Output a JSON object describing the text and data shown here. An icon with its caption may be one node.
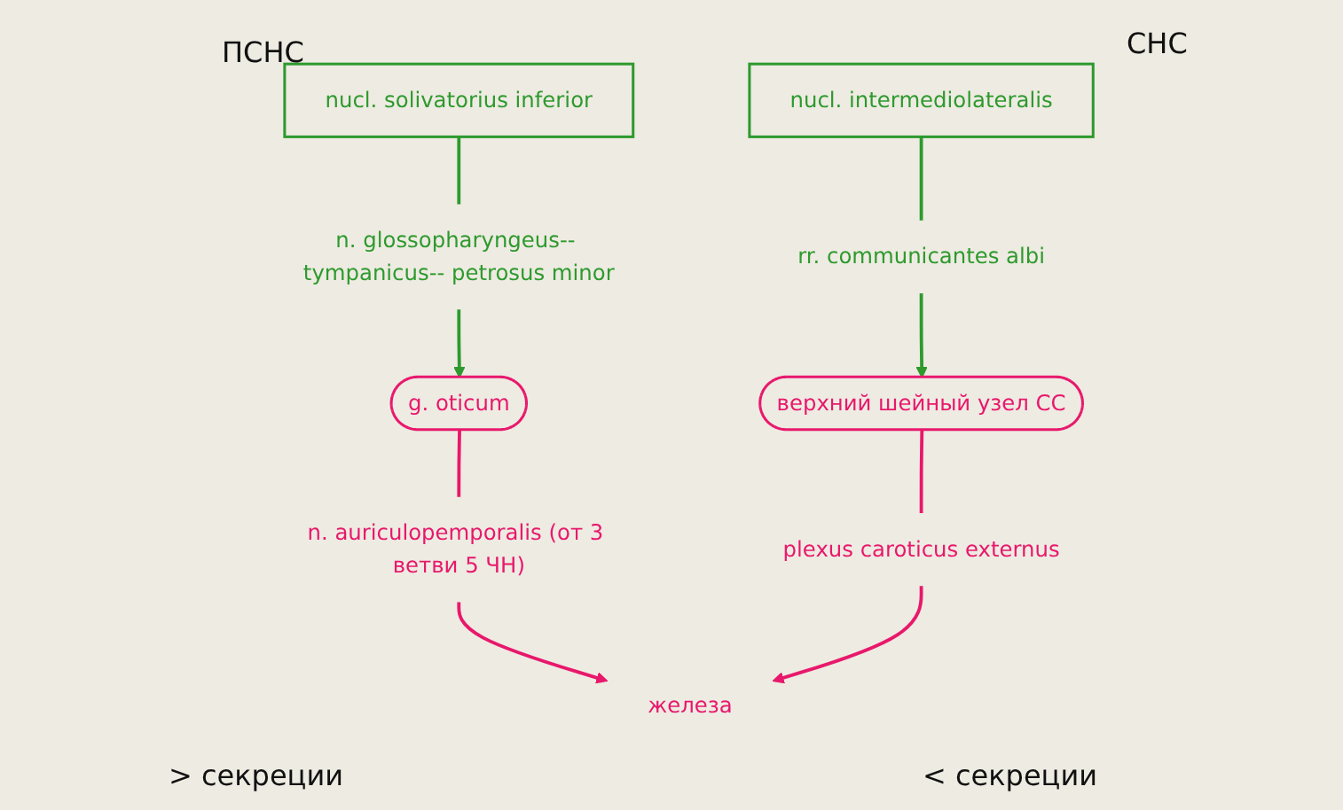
{
  "diagram": {
    "nodes": [
      {
        "text": [
          "nucl. solivatorius inferior"
        ]
      },
      {
        "text": [
          "n. glossopharyngeus-- tympanicus-- petrosus minor"
        ]
      },
      {
        "text": [
          "g. oticum"
        ]
      },
      {
        "text": [
          "n. auriculopemporalis (от 3 ветви 5 ЧН)"
        ]
      },
      {
        "text": [
          "nucl. intermediolateralis"
        ]
      },
      {
        "text": [
          "rr. communicantes albi"
        ]
      },
      {
        "text": [
          "верхний шейный узел СС"
        ]
      },
      {
        "text": [
          "plexus caroticus externus"
        ]
      },
      {
        "text": [
          "железа"
        ]
      }
    ],
    "edges": [
      {
        "from": 0,
        "to": 1,
        "arrow": "none",
        "color": "#2e9a2e"
      },
      {
        "from": 1,
        "to": 2,
        "arrow": "to",
        "color": "#2e9a2e"
      },
      {
        "from": 2,
        "to": 3,
        "arrow": "none",
        "color": "#e8186c"
      },
      {
        "from": 3,
        "to": 8,
        "arrow": "to",
        "color": "#e8186c"
      },
      {
        "from": 4,
        "to": 5,
        "arrow": "none",
        "color": "#2e9a2e"
      },
      {
        "from": 5,
        "to": 6,
        "arrow": "to",
        "color": "#2e9a2e"
      },
      {
        "from": 6,
        "to": 7,
        "arrow": "none",
        "color": "#e8186c"
      },
      {
        "from": 7,
        "to": 8,
        "arrow": "to",
        "color": "#e8186c"
      }
    ],
    "labels": [
      "ПСНС",
      "СНС",
      "> секреции",
      "< секреции"
    ]
  }
}
